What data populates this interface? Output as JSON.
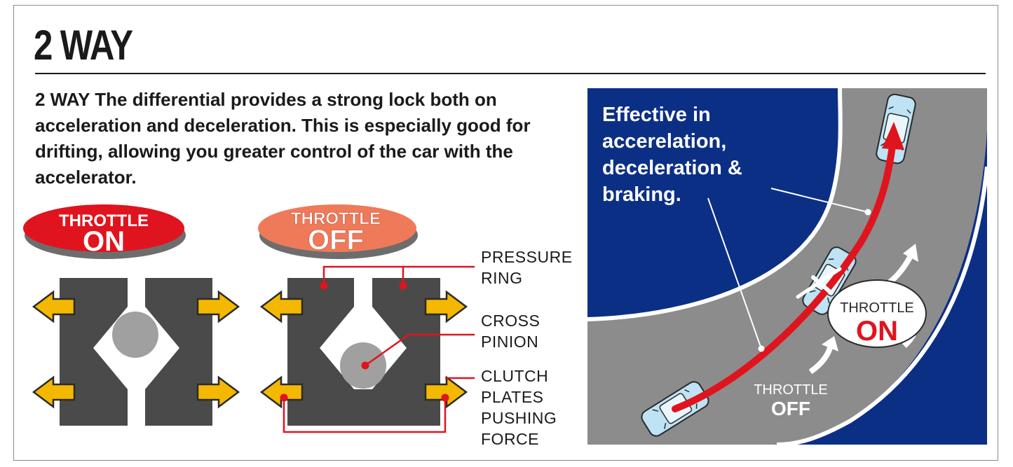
{
  "title": "2 WAY",
  "description": "2 WAY The differential provides a strong lock both on acceleration and deceleration. This is especially good for drifting, allowing you greater control of the car with the accelerator.",
  "badges": {
    "on": {
      "top": "THROTTLE",
      "bottom": "ON",
      "color": "#e0141e"
    },
    "off": {
      "top": "THROTTLE",
      "bottom": "OFF",
      "color": "#ef7a5a"
    }
  },
  "labels": {
    "pressure_ring": [
      "PRESSURE",
      "RING"
    ],
    "cross_pinion": [
      "CROSS",
      "PINION"
    ],
    "clutch_plates": [
      "CLUTCH",
      "PLATES",
      "PUSHING",
      "FORCE"
    ]
  },
  "road": {
    "effective": [
      "Effective in",
      "accerelation,",
      "deceleration &",
      "braking."
    ],
    "throttle_on": {
      "top": "THROTTLE",
      "bottom": "ON"
    },
    "throttle_off": {
      "top": "THROTTLE",
      "bottom": "OFF"
    }
  },
  "colors": {
    "arrow_yellow": "#f5b800",
    "plate_gray": "#4a4a4a",
    "pinion_gray": "#a0a0a0",
    "leader_red": "#e0141e",
    "panel_blue": "#0c2f86",
    "road_gray": "#8c8c8c"
  }
}
